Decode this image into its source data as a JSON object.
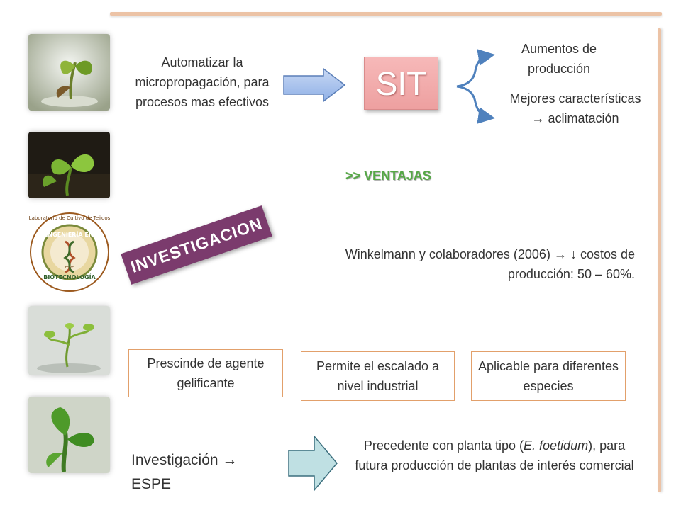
{
  "header": {
    "goal_text": "Automatizar la micropropagación, para procesos mas efectivos",
    "sit_label": "SIT",
    "outcomes": [
      "Aumentos de producción",
      "Mejores características → aclimatación"
    ],
    "ventajas": ">> VENTAJAS"
  },
  "investigacion": {
    "banner": "INVESTIGACION",
    "study_line1": "Winkelmann y colaboradores (2006) → ↓ costos de",
    "study_line2": "producción: 50 – 60%."
  },
  "cards": [
    "Prescinde de agente gelificante",
    "Permite el escalado a nivel industrial",
    "Aplicable para diferentes especies"
  ],
  "espe": {
    "label_line1": "Investigación →",
    "label_line2": "ESPE",
    "note_pre": "Precedente con planta tipo (",
    "note_italic": "E. foetidum",
    "note_post": "), para futura producción de plantas de interés comercial"
  },
  "logo": {
    "ring_text": "Laboratorio de Cultivo de Tejidos",
    "top_text": "INGENIERÍA EN",
    "bottom_text": "BIOTECNOLOGÍA",
    "center_text": "ESPE"
  },
  "colors": {
    "accent_rule": "#ecc3a6",
    "sit_box": "#f2aaaa",
    "banner": "#7b3b6d",
    "ventajas": "#55a845",
    "card_border": "#e2a06b"
  }
}
